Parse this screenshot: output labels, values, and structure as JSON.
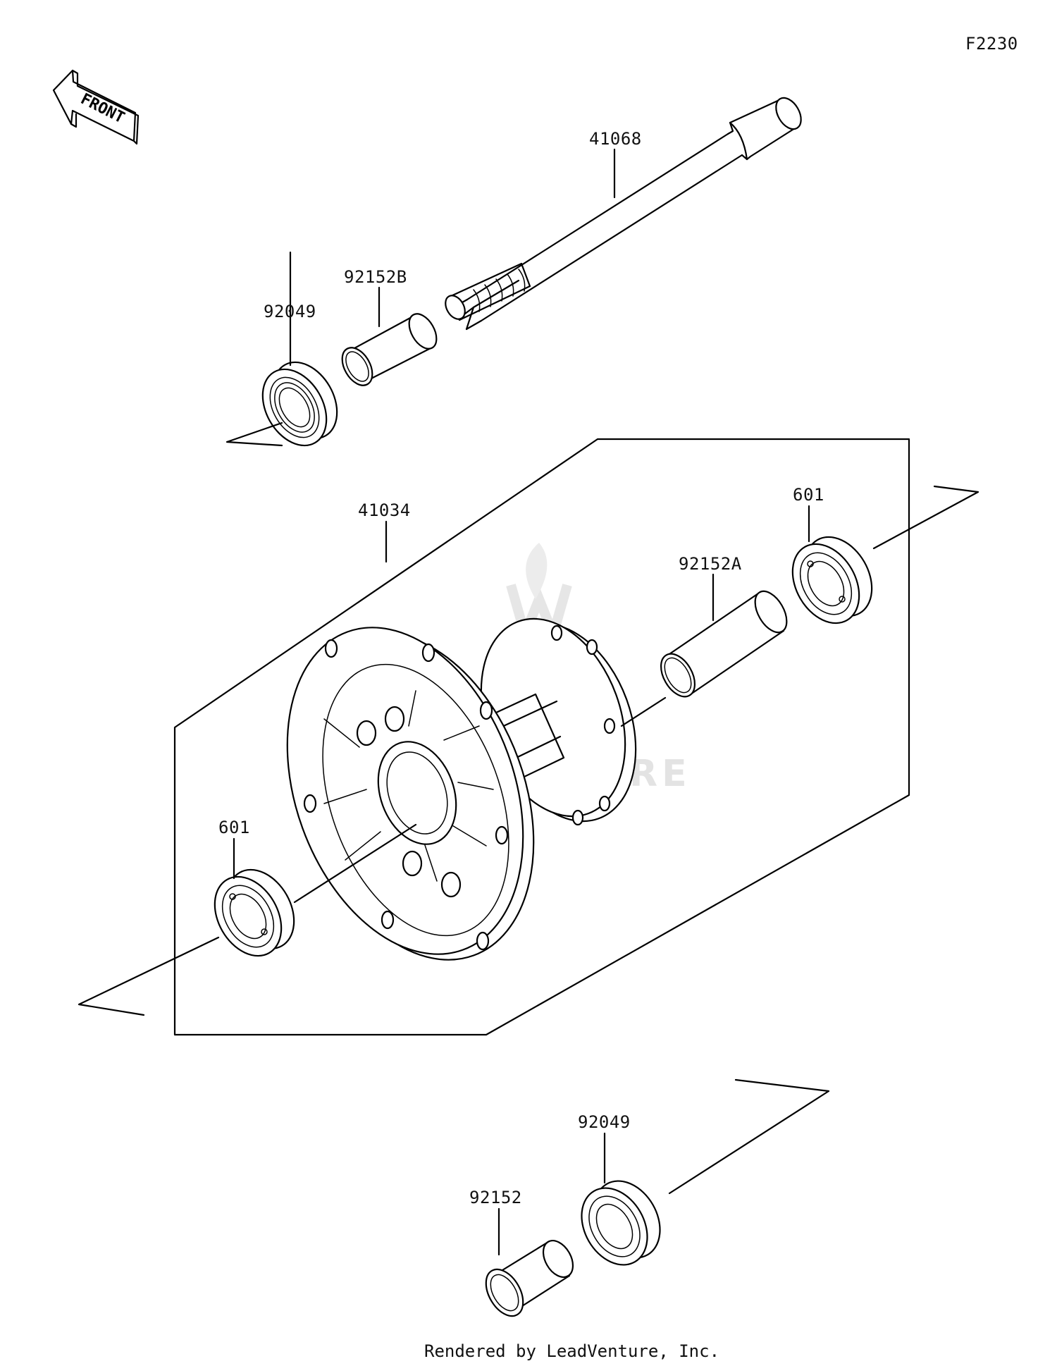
{
  "diagram_code": "F2230",
  "front_label": "FRONT",
  "watermark": "LEADVENTURE",
  "footer": "Rendered by LeadVenture, Inc.",
  "parts": {
    "axle": "41068",
    "collar_b": "92152B",
    "oil_seal_top": "92049",
    "hub": "41034",
    "bearing_right": "601",
    "collar_a": "92152A",
    "bearing_left": "601",
    "oil_seal_bottom": "92049",
    "collar_bottom": "92152"
  }
}
